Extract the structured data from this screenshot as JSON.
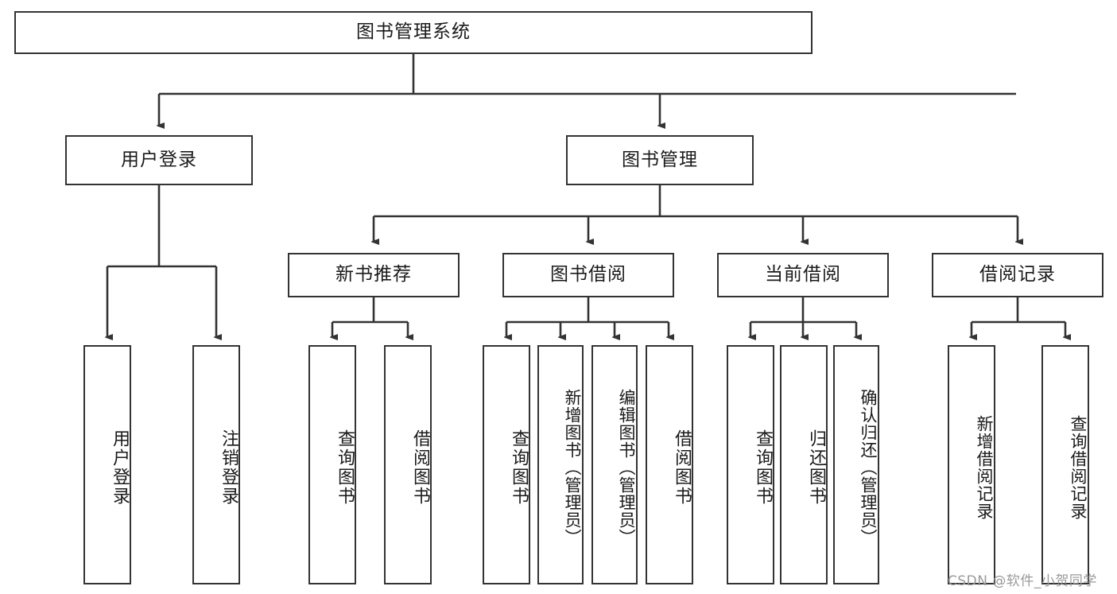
{
  "diagram": {
    "title": "图书管理系统",
    "watermark": "CSDN @软件_小贺同学",
    "stroke_color": "#333333",
    "fill_color": "#ffffff",
    "text_color": "#1a1a1a",
    "nodes": {
      "root": "图书管理系统",
      "user_login": "用户登录",
      "book_manage": "图书管理",
      "new_book_recommend": "新书推荐",
      "book_borrow": "图书借阅",
      "current_borrow": "当前借阅",
      "borrow_record": "借阅记录",
      "leaf_user_login": "用户登录",
      "leaf_user_logout": "注销登录",
      "leaf_rec_query_book": "查询图书",
      "leaf_rec_borrow_book": "借阅图书",
      "leaf_borrow_query_book": "查询图书",
      "leaf_borrow_add_book": "新增图书（管理员）",
      "leaf_borrow_edit_book": "编辑图书（管理员）",
      "leaf_borrow_borrow_book": "借阅图书",
      "leaf_cur_query_book": "查询图书",
      "leaf_cur_return_book": "归还图书",
      "leaf_cur_confirm_return": "确认归还（管理员）",
      "leaf_rec_add_record": "新增借阅记录",
      "leaf_rec_query_record": "查询借阅记录"
    }
  }
}
